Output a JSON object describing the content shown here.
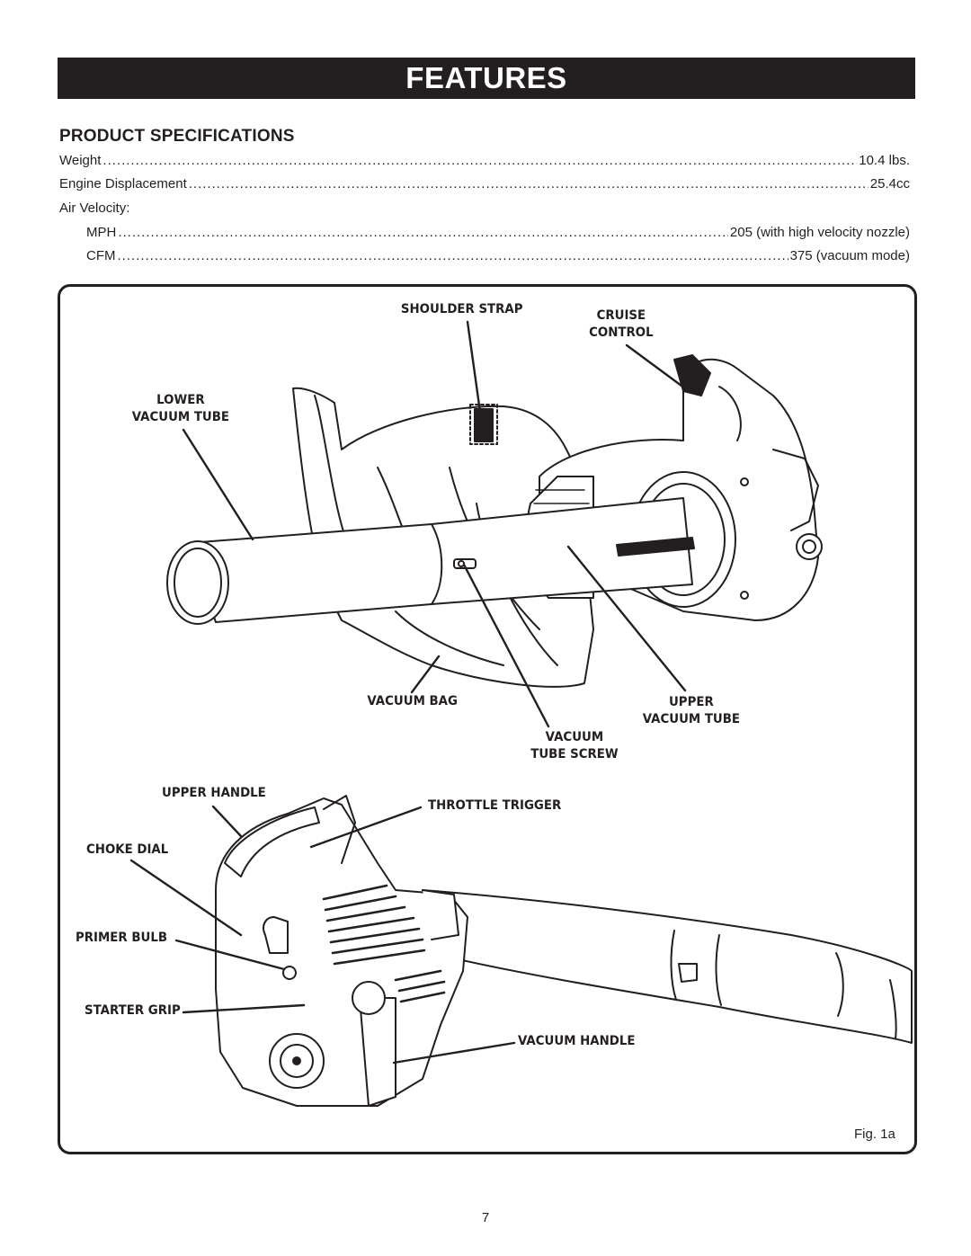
{
  "header": {
    "title": "FEATURES"
  },
  "specs": {
    "heading": "PRODUCT SPECIFICATIONS",
    "weight": {
      "label": "Weight",
      "value": "10.4 lbs."
    },
    "displacement": {
      "label": "Engine Displacement",
      "value": "25.4cc"
    },
    "air_velocity": {
      "label": "Air Velocity:"
    },
    "mph": {
      "label": "MPH",
      "value": "205 (with high velocity nozzle)"
    },
    "cfm": {
      "label": "CFM",
      "value": "375 (vacuum mode)"
    }
  },
  "figure": {
    "callouts": {
      "shoulder_strap": "SHOULDER STRAP",
      "cruise_control": "CRUISE\nCONTROL",
      "lower_vacuum_tube": "LOWER\nVACUUM TUBE",
      "vacuum_bag": "VACUUM BAG",
      "upper_vacuum_tube": "UPPER\nVACUUM TUBE",
      "vacuum_tube_screw": "VACUUM\nTUBE SCREW",
      "upper_handle": "UPPER HANDLE",
      "throttle_trigger": "THROTTLE TRIGGER",
      "choke_dial": "CHOKE DIAL",
      "primer_bulb": "PRIMER BULB",
      "starter_grip": "STARTER GRIP",
      "vacuum_handle": "VACUUM HANDLE"
    },
    "caption": "Fig. 1a"
  },
  "footer": {
    "page_number": "7"
  }
}
